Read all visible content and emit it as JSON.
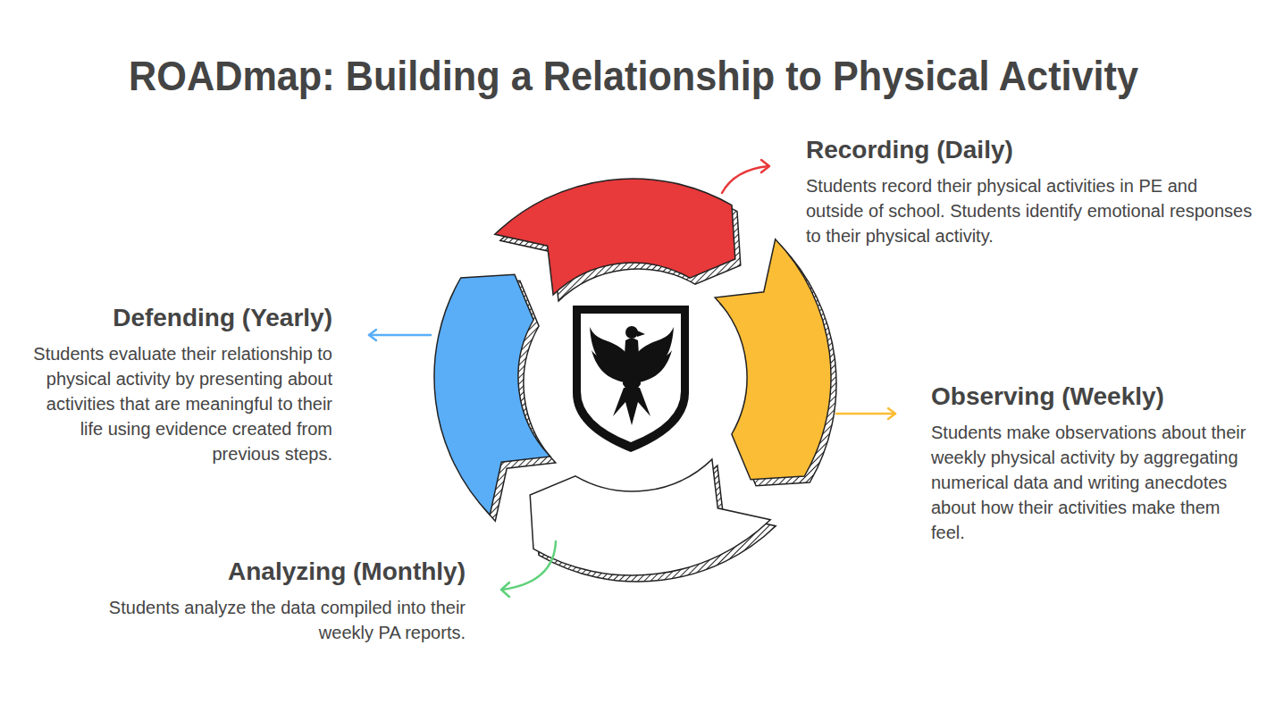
{
  "diagram": {
    "title": "ROADmap: Building a Relationship to Physical Activity",
    "nodes": [
      {
        "text": [
          "Recording (Daily)",
          "Students record their physical activities in PE and outside of school. Students identify emotional responses to their physical activity."
        ]
      },
      {
        "text": [
          "Observing (Weekly)",
          "Students make observations about their weekly physical activity by aggregating numerical data and writing anecdotes about how their activities make them feel."
        ]
      },
      {
        "text": [
          "Analyzing (Monthly)",
          "Students analyze the data compiled into their weekly PA reports."
        ]
      },
      {
        "text": [
          "Defending (Yearly)",
          "Students evaluate their relationship to physical activity by presenting about activities that are meaningful to their life using evidence created from previous steps."
        ]
      }
    ]
  }
}
